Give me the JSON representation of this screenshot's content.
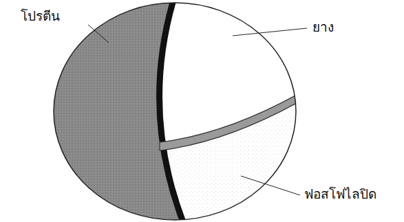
{
  "diagram": {
    "labels": [
      "โปรตีน",
      "ยาง",
      "ฟอสโฟไลปิด"
    ]
  }
}
